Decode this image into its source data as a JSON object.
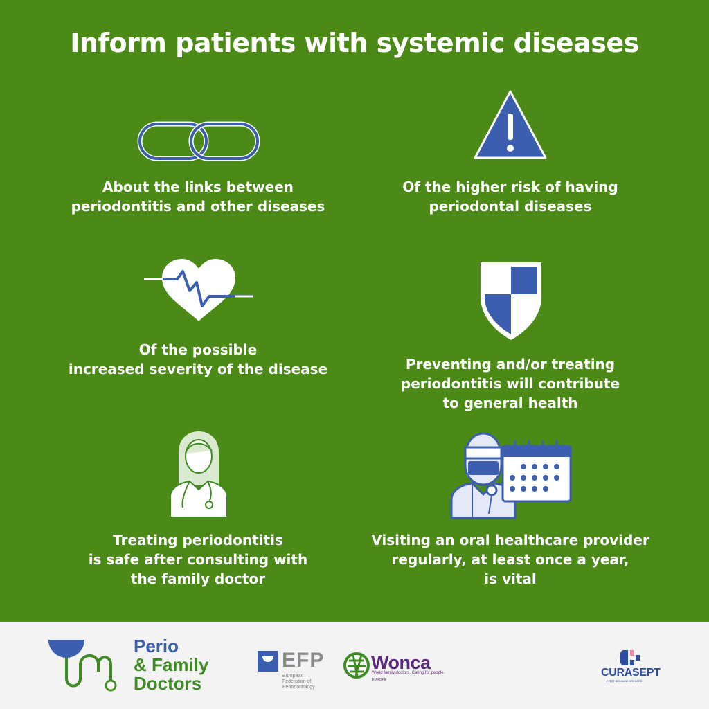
{
  "title": "Inform patients with systemic diseases",
  "items": [
    {
      "icon": "chain-link-icon",
      "lines": [
        "About the links between",
        "periodontitis and other diseases"
      ]
    },
    {
      "icon": "warning-triangle-icon",
      "lines": [
        "Of the higher risk of having",
        "periodontal diseases"
      ]
    },
    {
      "icon": "heart-pulse-icon",
      "lines": [
        "Of the possible",
        "increased severity of the disease"
      ]
    },
    {
      "icon": "shield-icon",
      "lines": [
        "Preventing and/or treating",
        "periodontitis will contribute",
        "to general health"
      ]
    },
    {
      "icon": "female-doctor-icon",
      "lines": [
        "Treating periodontitis",
        "is safe after consulting with",
        "the family doctor"
      ]
    },
    {
      "icon": "dentist-calendar-icon",
      "lines": [
        "Visiting an oral healthcare provider",
        "regularly, at least once a year,",
        "is vital"
      ]
    }
  ],
  "footer": {
    "perio": {
      "line1": "Perio",
      "line2": "& Family",
      "line3": "Doctors"
    },
    "efp": {
      "name": "EFP",
      "full1": "European",
      "full2": "Federation of",
      "full3": "Periodontology"
    },
    "wonca": {
      "name": "Wonca",
      "tagline": "World family doctors. Caring for people.",
      "region": "EUROPE"
    },
    "curasept": {
      "name": "CURASEPT",
      "tagline": "FIRST BECAUSE WE CARE"
    }
  },
  "colors": {
    "background": "#4b8a17",
    "icon_blue": "#3b5fae",
    "white": "#ffffff",
    "footer": "#f3f3f3"
  }
}
